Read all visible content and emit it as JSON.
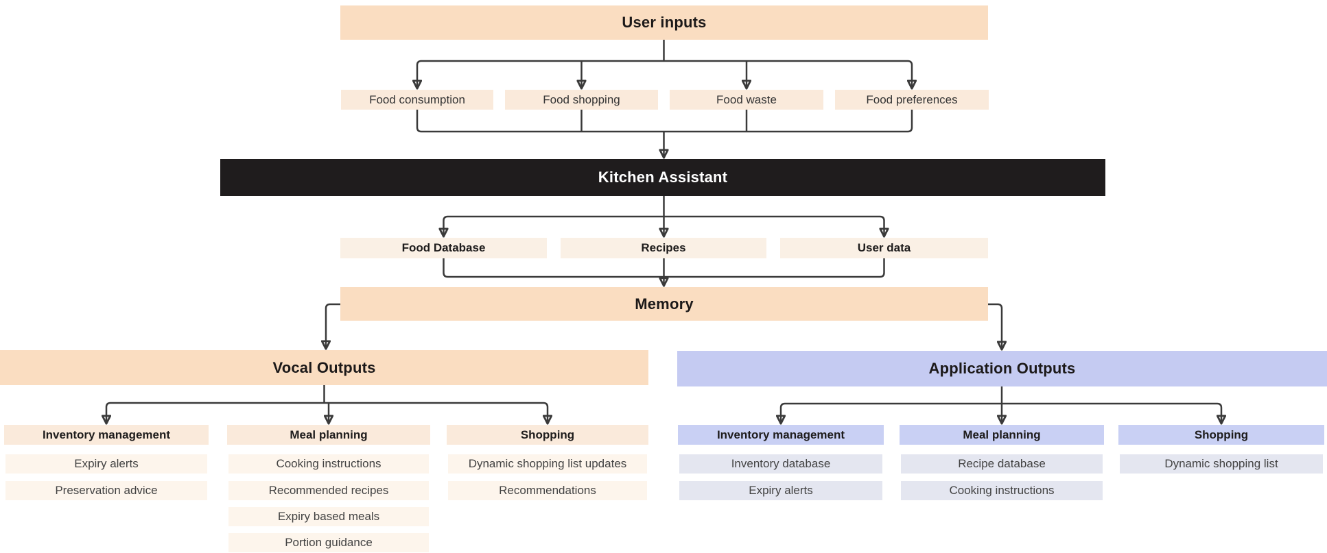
{
  "nodes": {
    "user_inputs": {
      "label": "User inputs"
    },
    "inputs": [
      {
        "label": "Food consumption"
      },
      {
        "label": "Food shopping"
      },
      {
        "label": "Food waste"
      },
      {
        "label": "Food preferences"
      }
    ],
    "kitchen_assistant": {
      "label": "Kitchen Assistant"
    },
    "data_sources": [
      {
        "label": "Food Database"
      },
      {
        "label": "Recipes"
      },
      {
        "label": "User data"
      }
    ],
    "memory": {
      "label": "Memory"
    },
    "vocal_outputs": {
      "label": "Vocal Outputs",
      "columns": [
        {
          "header": "Inventory management",
          "items": [
            "Expiry alerts",
            "Preservation advice"
          ]
        },
        {
          "header": "Meal planning",
          "items": [
            "Cooking instructions",
            "Recommended recipes",
            "Expiry based meals",
            "Portion guidance"
          ]
        },
        {
          "header": "Shopping",
          "items": [
            "Dynamic shopping list updates",
            "Recommendations"
          ]
        }
      ]
    },
    "application_outputs": {
      "label": "Application Outputs",
      "columns": [
        {
          "header": "Inventory management",
          "items": [
            "Inventory database",
            "Expiry alerts"
          ]
        },
        {
          "header": "Meal planning",
          "items": [
            "Recipe database",
            "Cooking instructions"
          ]
        },
        {
          "header": "Shopping",
          "items": [
            "Dynamic shopping list"
          ]
        }
      ]
    }
  },
  "colors": {
    "peach_primary": "#FADDC1",
    "peach_secondary": "#FAEADB",
    "peach_tertiary": "#FAF0E5",
    "peach_item": "#FDF5EC",
    "kitchen_assistant_bg": "#1F1C1D",
    "kitchen_assistant_text": "#FFFFFF",
    "lavender_primary": "#C5CBF2",
    "lavender_header": "#C9D0F4",
    "lavender_item": "#E4E6F0",
    "connector": "#3A3A3A"
  }
}
